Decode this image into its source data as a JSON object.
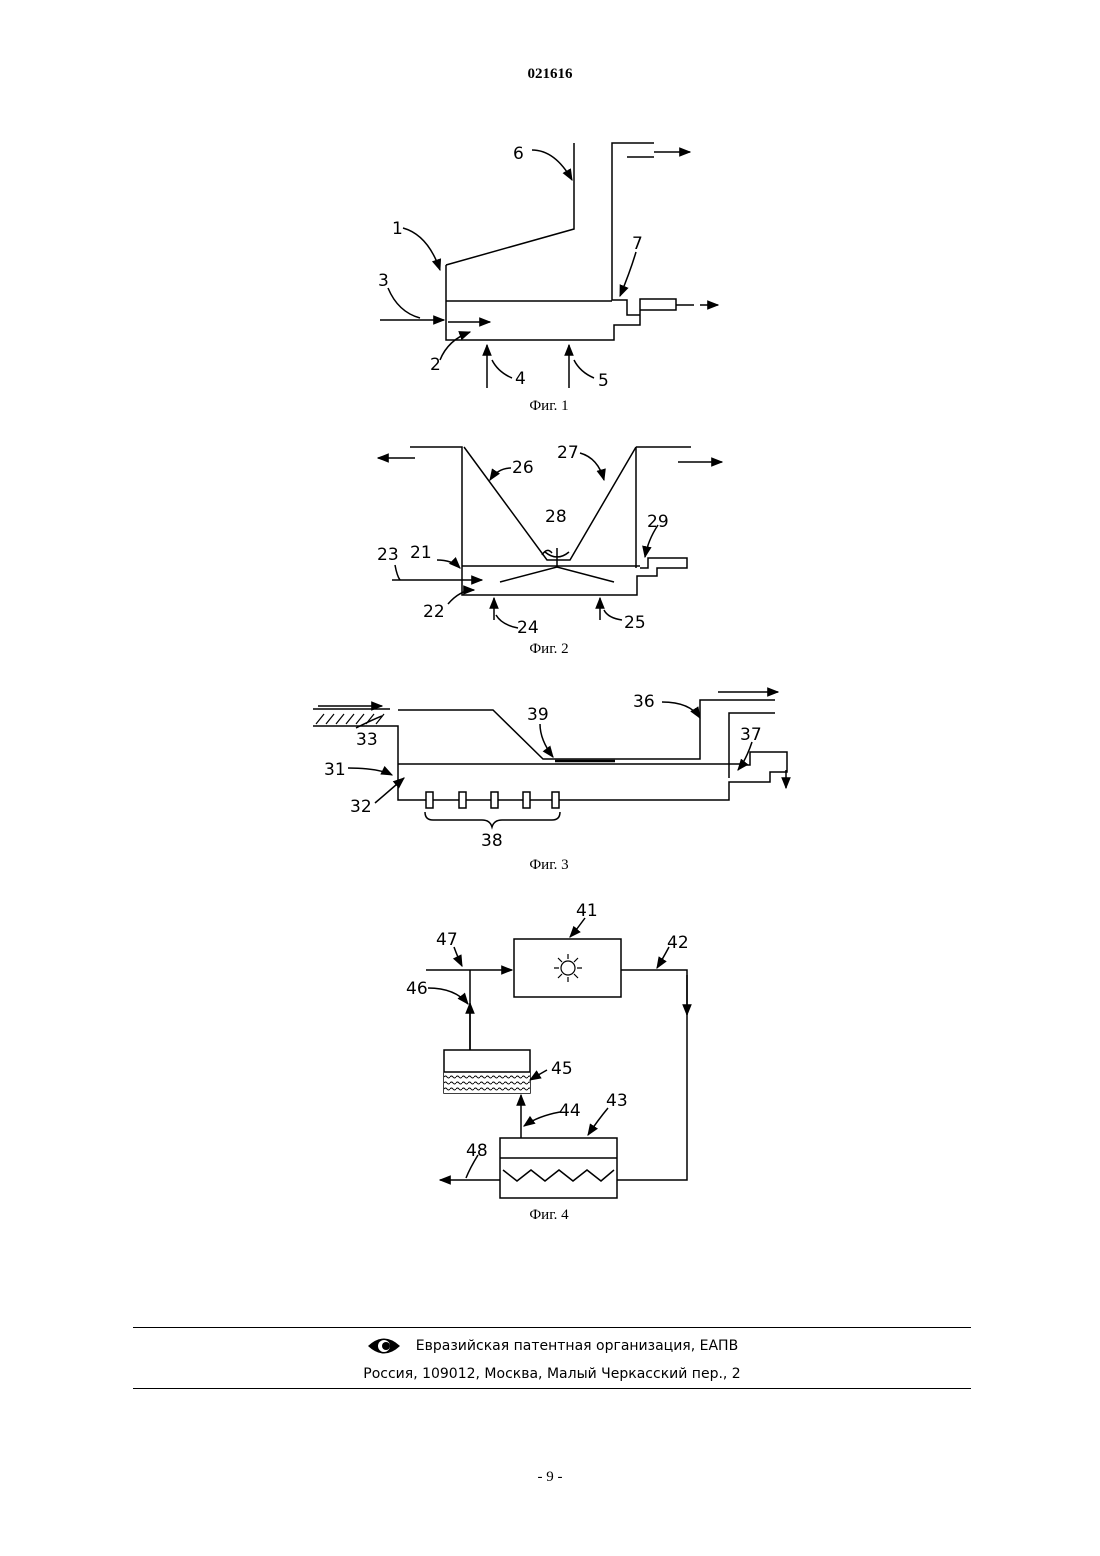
{
  "header": {
    "patent_number": "021616"
  },
  "figures": {
    "fig1": {
      "caption": "Фиг. 1",
      "labels": {
        "l1": "1",
        "l2": "2",
        "l3": "3",
        "l4": "4",
        "l5": "5",
        "l6": "6",
        "l7": "7"
      }
    },
    "fig2": {
      "caption": "Фиг. 2",
      "labels": {
        "l21": "21",
        "l22": "22",
        "l23": "23",
        "l24": "24",
        "l25": "25",
        "l26": "26",
        "l27": "27",
        "l28": "28",
        "l29": "29"
      }
    },
    "fig3": {
      "caption": "Фиг. 3",
      "labels": {
        "l31": "31",
        "l32": "32",
        "l33": "33",
        "l36": "36",
        "l37": "37",
        "l38": "38",
        "l39": "39"
      }
    },
    "fig4": {
      "caption": "Фиг. 4",
      "labels": {
        "l41": "41",
        "l42": "42",
        "l43": "43",
        "l44": "44",
        "l45": "45",
        "l46": "46",
        "l47": "47",
        "l48": "48"
      }
    }
  },
  "footer": {
    "organization": "Евразийская патентная организация, ЕАПВ",
    "address": "Россия, 109012, Москва, Малый Черкасский пер., 2",
    "logo_icon": "eye-logo-icon"
  },
  "page_number": "- 9 -"
}
